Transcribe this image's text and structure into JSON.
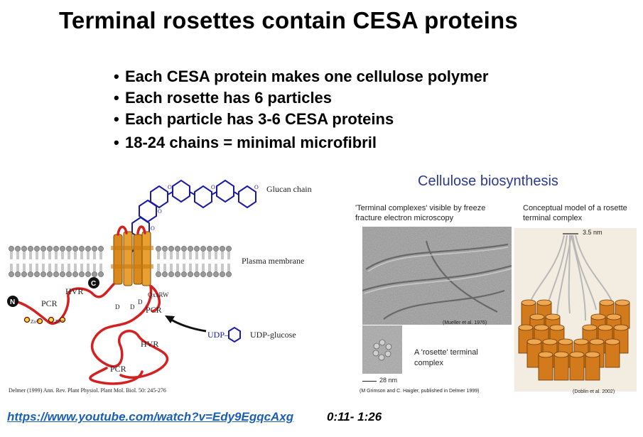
{
  "slide": {
    "title": "Terminal rosettes contain CESA proteins",
    "bullets": [
      "Each CESA protein makes one cellulose polymer",
      "Each rosette has 6 particles",
      "Each particle has 3-6 CESA proteins",
      "18-24 chains = minimal microfibril"
    ],
    "bullet_char": "•"
  },
  "left_figure": {
    "labels": {
      "glucan_chain": "Glucan chain",
      "plasma_membrane": "Plasma membrane",
      "hvr_top": "HVR",
      "pcr_left": "PCR",
      "n_term": "N",
      "c_term": "C",
      "zn1": "Zn²⁺",
      "zn2": "Zn²⁺",
      "qxxrw": "QxxRW",
      "pcr_right": "PCR",
      "d1": "D",
      "d2": "D",
      "d3": "D",
      "hvr_bottom": "HVR",
      "pcr_bottom": "PCR",
      "udp": "UDP–",
      "udp_glucose": "UDP-glucose",
      "ring_o": "O"
    },
    "citation": "Delmer (1999) Ann. Rev. Plant Physiol. Plant Mol. Biol. 50: 245-276",
    "colors": {
      "chain": "#1a1aa8",
      "protein": "#d42020",
      "helix": "#d98a1a"
    }
  },
  "right_figure": {
    "heading": "Cellulose biosynthesis",
    "micrograph_caption": "'Terminal complexes' visible by freeze fracture electron microscopy",
    "model_caption": "Conceptual model of a rosette terminal complex",
    "scale_top": "3.5 nm",
    "cite_mueller": "(Mueller et al. 1976)",
    "rosette_label": "A 'rosette' terminal complex",
    "scale_bottom": "28 nm",
    "cite_grimson": "(M Grimson and C. Haigler, published in Delmer 1999)",
    "cite_doblin": "(Doblin  et al. 2002)",
    "heading_color": "#2b3a8c"
  },
  "footer": {
    "link": "https://www.youtube.com/watch?v=Edy9EgqcAxg",
    "time": "0:11- 1:26"
  }
}
